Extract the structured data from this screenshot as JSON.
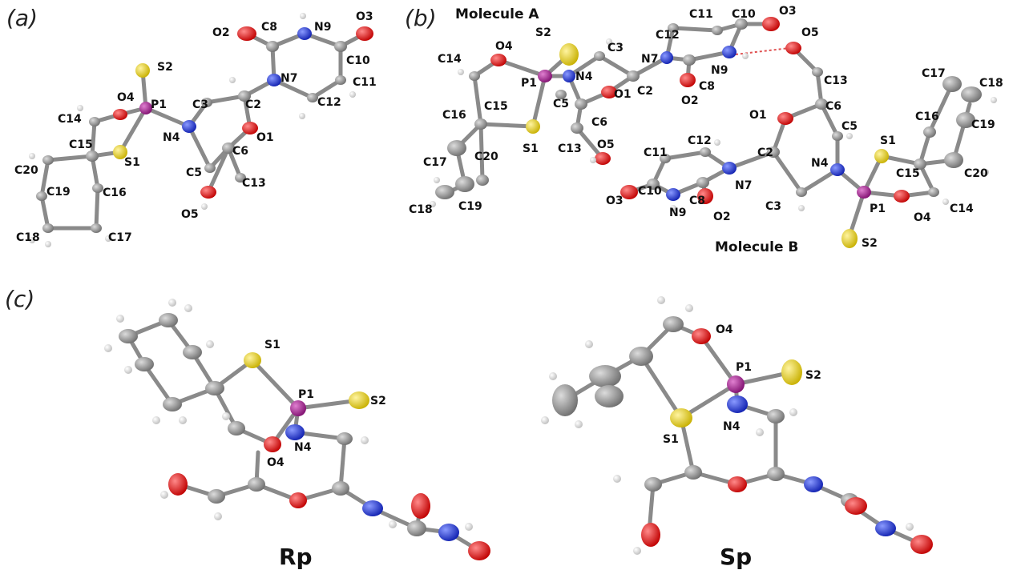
{
  "colors": {
    "carbon": "#8e8e8e",
    "oxygen": "#e02020",
    "nitrogen": "#2030d0",
    "sulfur": "#e8d020",
    "phosphorus": "#b03090",
    "hydrogen": "#eeeeee",
    "hbond": "#e05050"
  },
  "panel_a": {
    "label": "(a)",
    "atoms": {
      "O2": "O2",
      "C8": "C8",
      "N9": "N9",
      "O3": "O3",
      "C10": "C10",
      "C11": "C11",
      "S2": "S2",
      "N7": "N7",
      "O4": "O4",
      "P1": "P1",
      "C3": "C3",
      "C2": "C2",
      "C12": "C12",
      "C14": "C14",
      "N4": "N4",
      "O1": "O1",
      "C15": "C15",
      "C6": "C6",
      "S1": "S1",
      "C20": "C20",
      "C5": "C5",
      "C13": "C13",
      "C19": "C19",
      "C16": "C16",
      "O5": "O5",
      "C18": "C18",
      "C17": "C17"
    }
  },
  "panel_b": {
    "label": "(b)",
    "molecule_a_caption": "Molecule A",
    "molecule_b_caption": "Molecule B",
    "atoms_a": {
      "S2": "S2",
      "O4": "O4",
      "C3": "C3",
      "C14": "C14",
      "P1": "P1",
      "N4": "N4",
      "C5": "C5",
      "C15": "C15",
      "C16": "C16",
      "C2": "C2",
      "O1": "O1",
      "C6": "C6",
      "S1": "S1",
      "C20": "C20",
      "C13": "C13",
      "O5": "O5",
      "C17": "C17",
      "C18": "C18",
      "C19": "C19",
      "C11": "C11",
      "C10": "C10",
      "O3": "O3",
      "C12": "C12",
      "N7": "N7",
      "N9": "N9",
      "C8": "C8",
      "O2": "O2"
    },
    "atoms_b": {
      "O5": "O5",
      "C13": "C13",
      "C17": "C17",
      "C18": "C18",
      "C6": "C6",
      "O1": "O1",
      "C16": "C16",
      "C19": "C19",
      "C5": "C5",
      "S1": "S1",
      "C11": "C11",
      "C12": "C12",
      "C2": "C2",
      "N4": "N4",
      "C15": "C15",
      "C20": "C20",
      "N7": "N7",
      "O3": "O3",
      "C10": "C10",
      "C8": "C8",
      "N9": "N9",
      "O2": "O2",
      "C3": "C3",
      "P1": "P1",
      "O4": "O4",
      "C14": "C14",
      "S2": "S2"
    }
  },
  "panel_c": {
    "label": "(c)",
    "rp": {
      "caption": "Rp",
      "S1": "S1",
      "P1": "P1",
      "S2": "S2",
      "N4": "N4",
      "O4": "O4"
    },
    "sp": {
      "caption": "Sp",
      "O4": "O4",
      "P1": "P1",
      "S2": "S2",
      "S1": "S1",
      "N4": "N4"
    }
  }
}
